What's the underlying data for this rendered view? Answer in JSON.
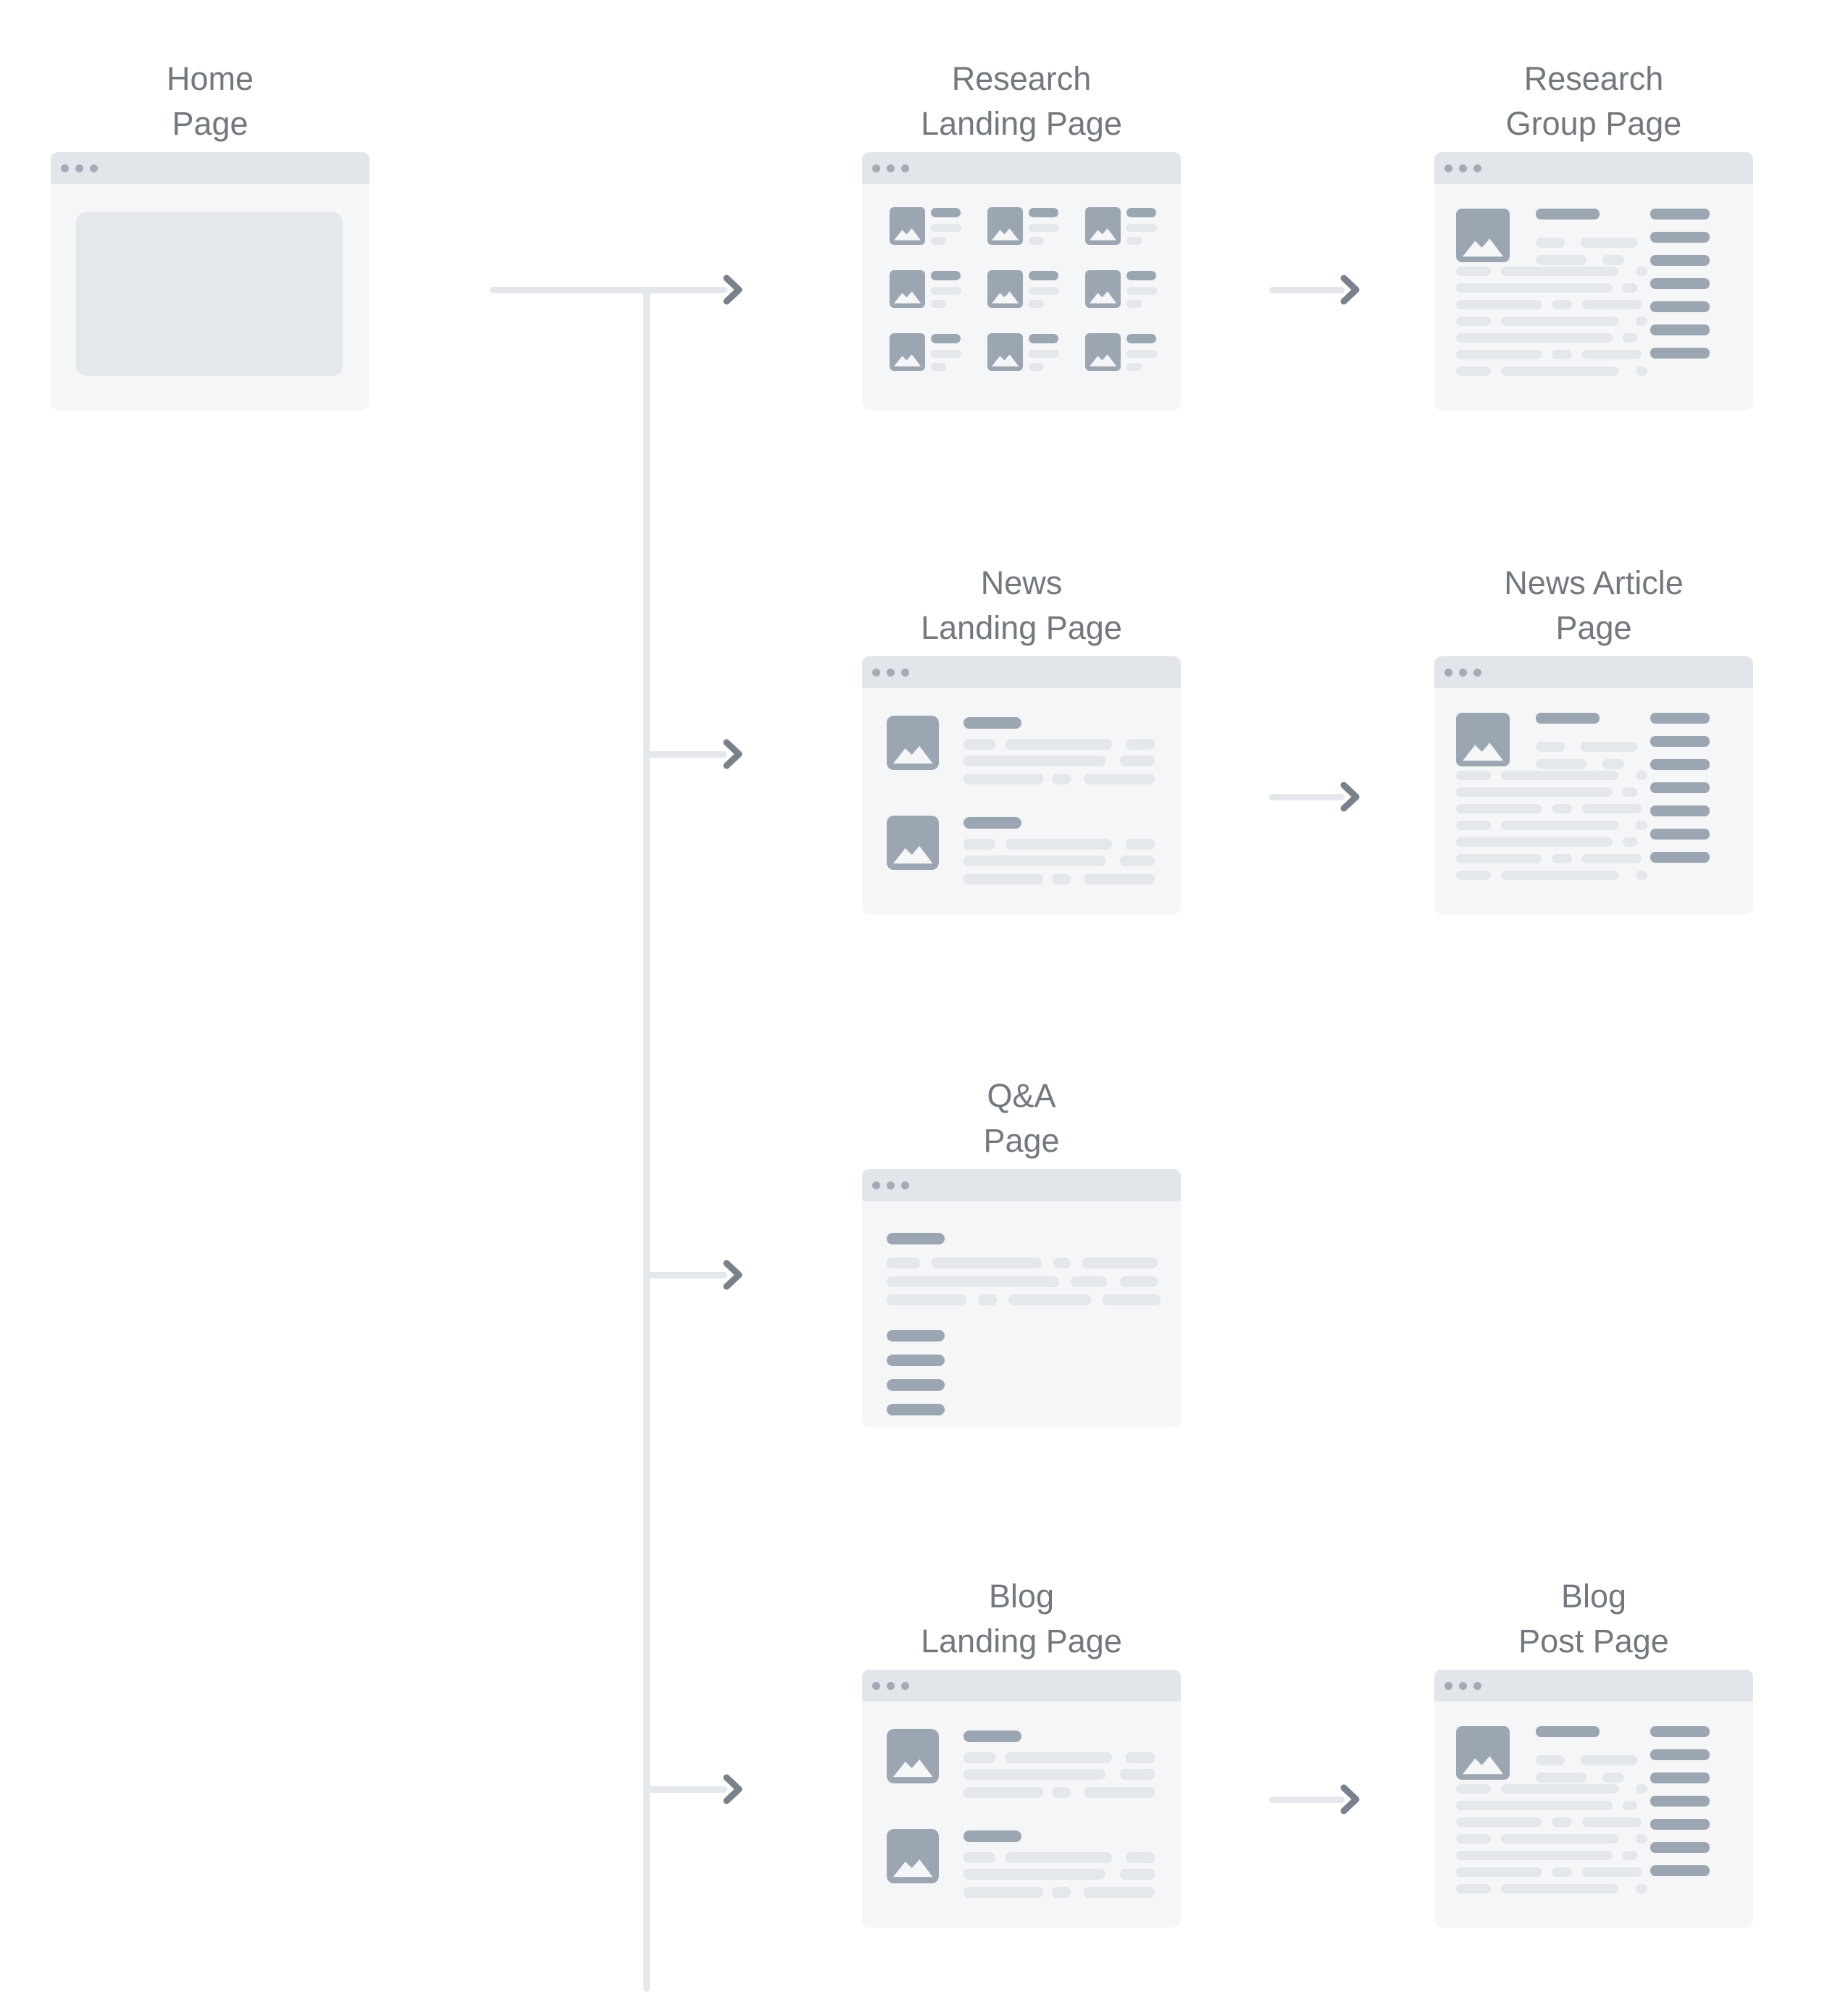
{
  "diagram": {
    "type": "sitemap-flow",
    "nodes": {
      "home": {
        "label_line1": "Home",
        "label_line2": "Page"
      },
      "research_landing": {
        "label_line1": "Research",
        "label_line2": "Landing Page"
      },
      "research_group": {
        "label_line1": "Research",
        "label_line2": "Group Page"
      },
      "news_landing": {
        "label_line1": "News",
        "label_line2": "Landing Page"
      },
      "news_article": {
        "label_line1": "News Article",
        "label_line2": "Page"
      },
      "qa": {
        "label_line1": "Q&A",
        "label_line2": "Page"
      },
      "blog_landing": {
        "label_line1": "Blog",
        "label_line2": "Landing Page"
      },
      "blog_post": {
        "label_line1": "Blog",
        "label_line2": "Post Page"
      }
    },
    "connections": [
      "home -> research_landing",
      "home -> news_landing",
      "home -> qa",
      "home -> blog_landing",
      "research_landing -> research_group",
      "news_landing -> news_article",
      "blog_landing -> blog_post"
    ],
    "colors": {
      "page_background": "#ffffff",
      "window_background": "#f5f6f8",
      "window_header": "#e2e5e9",
      "window_dots": "#a2abb6",
      "placeholder_dark": "#9ca6b2",
      "placeholder_light": "#e4e7eb",
      "connector_line": "#e4e7eb",
      "arrowhead": "#79828c",
      "label_text": "#73787f"
    }
  }
}
